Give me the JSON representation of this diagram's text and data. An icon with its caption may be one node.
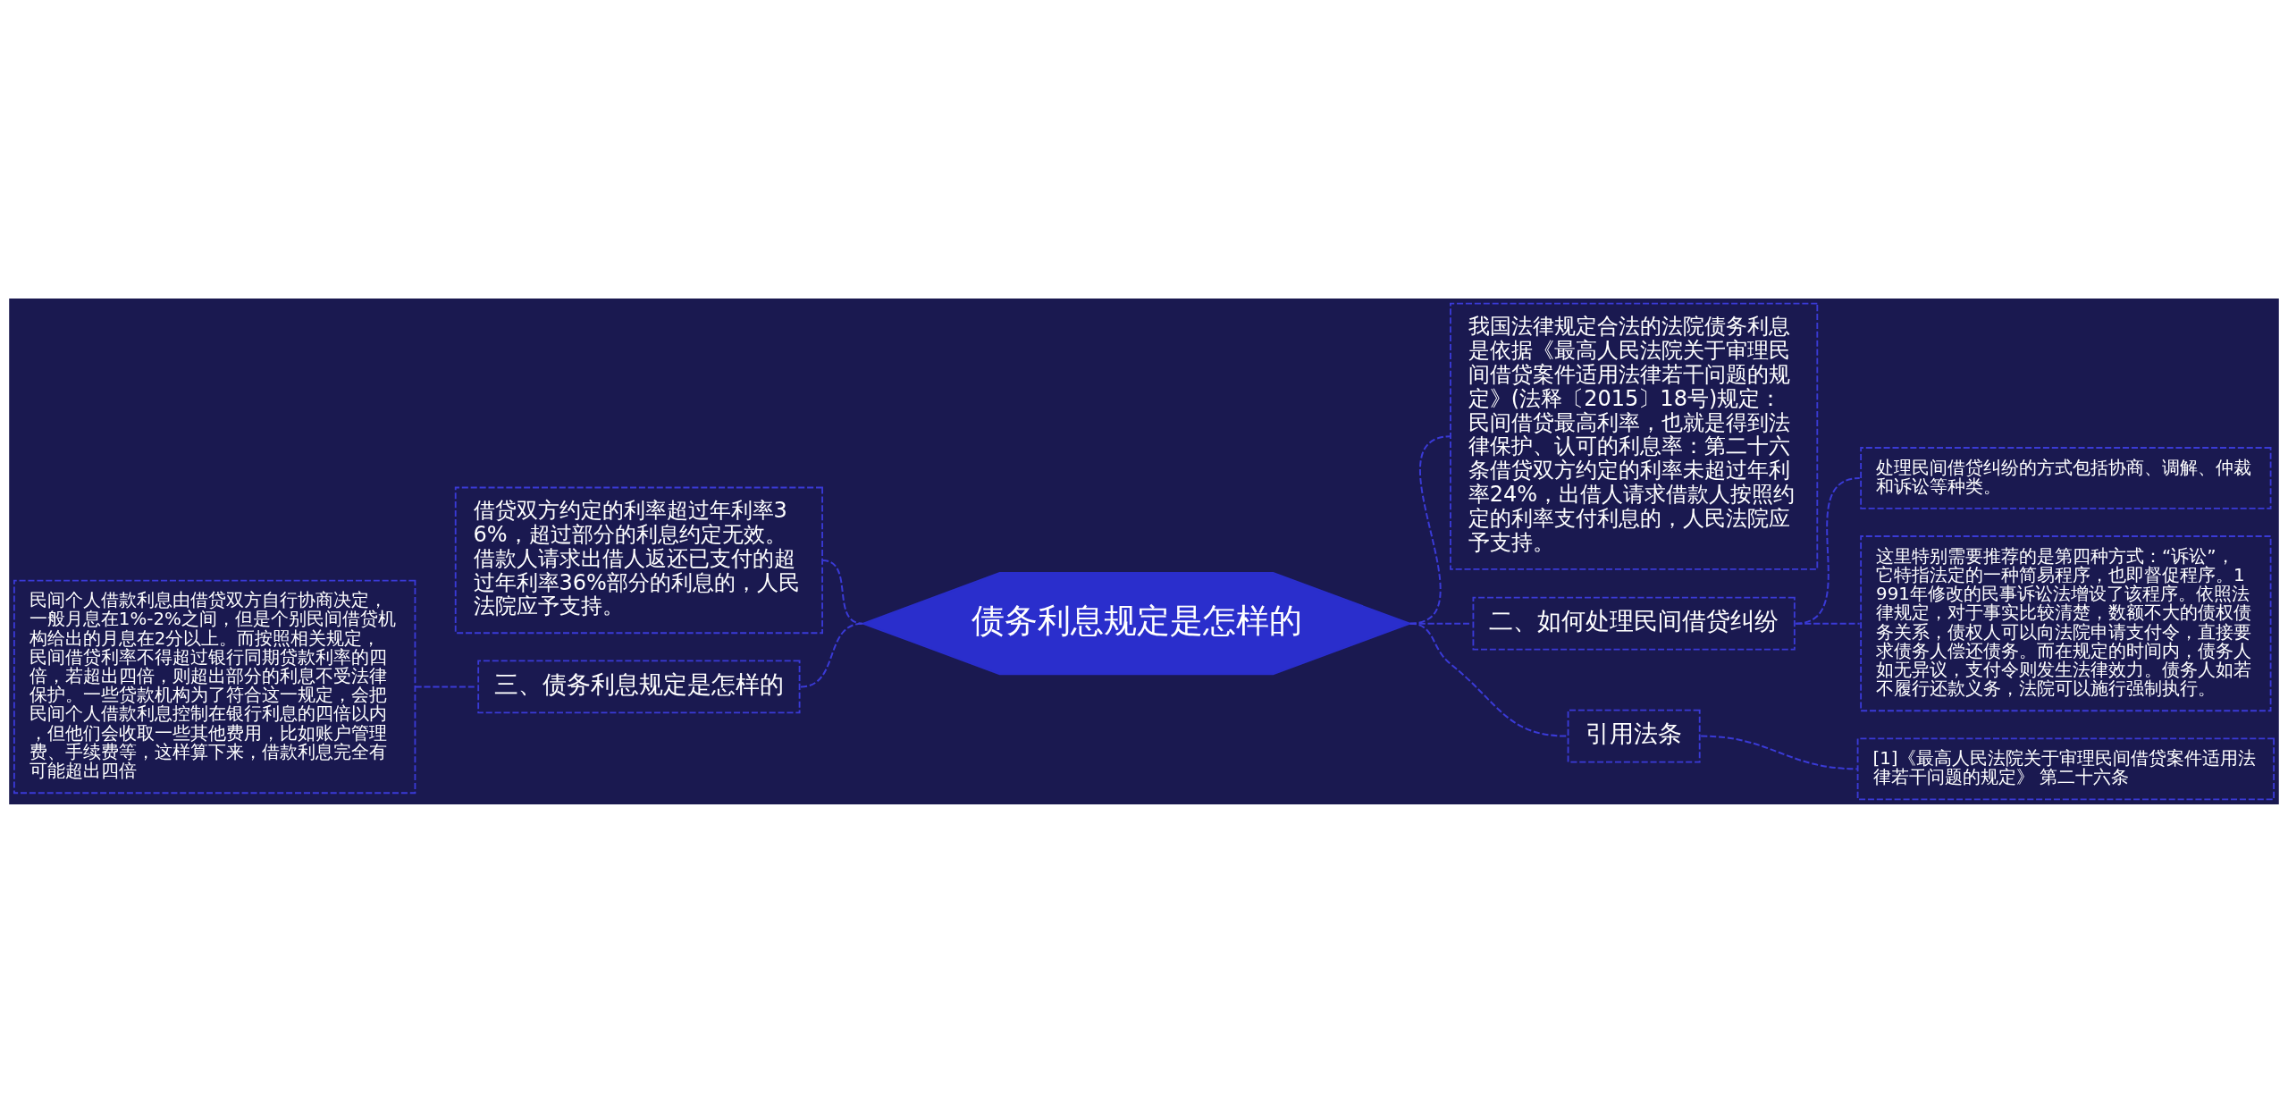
{
  "diagram": {
    "nodes": [
      {
        "text": [
          "债务利息规定是怎样的"
        ]
      },
      {
        "text": [
          "我国法律规定合法的法院债务利息是依据《最高人民法院关于审理民间借贷案件适用法律若干问题的规定》(法释〔2015〕18号)规定：民间借贷最高利率，也就是得到法律保护、认可的利息率：第二十六条借贷双方约定的利率未超过年利率24%，出借人请求借款人按照约定的利率支付利息的，人民法院应予支持。"
        ]
      },
      {
        "text": [
          "二、如何处理民间借贷纠纷"
        ]
      },
      {
        "text": [
          "处理民间借贷纠纷的方式包括协商、调解、仲裁和诉讼等种类。"
        ]
      },
      {
        "text": [
          "这里特别需要推荐的是第四种方式：“诉讼”，它特指法定的一种简易程序，也即督促程序。1991年修改的民事诉讼法增设了该程序。依照法律规定，对于事实比较清楚，数额不大的债权债务关系，债权人可以向法院申请支付令，直接要求债务人偿还债务。而在规定的时间内，债务人如无异议，支付令则发生法律效力。债务人如若不履行还款义务，法院可以施行强制执行。"
        ]
      },
      {
        "text": [
          "引用法条"
        ]
      },
      {
        "text": [
          "[1]《最高人民法院关于审理民间借贷案件适用法律若干问题的规定》 第二十六条"
        ]
      },
      {
        "text": [
          "借贷双方约定的利率超过年利率36%，超过部分的利息约定无效。借款人请求出借人返还已支付的超过年利率36%部分的利息的，人民法院应予支持。"
        ]
      },
      {
        "text": [
          "三、债务利息规定是怎样的"
        ]
      },
      {
        "text": [
          "民间个人借款利息由借贷双方自行协商决定，一般月息在1%-2%之间，但是个别民间借贷机构给出的月息在2分以上。而按照相关规定，民间借贷利率不得超过银行同期贷款利率的四倍，若超出四倍，则超出部分的利息不受法律保护。一些贷款机构为了符合这一规定，会把民间个人借款利息控制在银行利息的四倍以内，但他们会收取一些其他费用，比如账户管理费、手续费等，这样算下来，借款利息完全有可能超出四倍"
        ]
      }
    ],
    "edges": [
      {
        "from": 0,
        "to": 1,
        "arrow": "none",
        "style": "dashed"
      },
      {
        "from": 0,
        "to": 2,
        "arrow": "none",
        "style": "dashed"
      },
      {
        "from": 2,
        "to": 3,
        "arrow": "none",
        "style": "dashed"
      },
      {
        "from": 2,
        "to": 4,
        "arrow": "none",
        "style": "dashed"
      },
      {
        "from": 0,
        "to": 5,
        "arrow": "none",
        "style": "dashed"
      },
      {
        "from": 5,
        "to": 6,
        "arrow": "none",
        "style": "dashed"
      },
      {
        "from": 0,
        "to": 7,
        "arrow": "none",
        "style": "dashed"
      },
      {
        "from": 0,
        "to": 8,
        "arrow": "none",
        "style": "dashed"
      },
      {
        "from": 8,
        "to": 9,
        "arrow": "none",
        "style": "dashed"
      }
    ]
  }
}
